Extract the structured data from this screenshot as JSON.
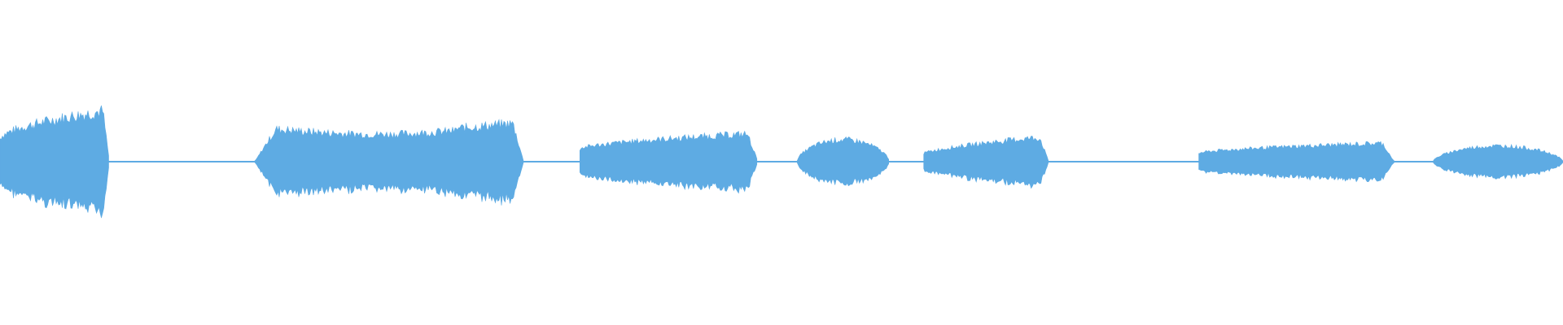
{
  "waveform": {
    "color": "#5EABE3",
    "background": "#FFFFFF",
    "segments": [
      {
        "name": "segment-1",
        "start": 0.0,
        "end": 0.07,
        "peak": 0.33,
        "shape": "swell-cut"
      },
      {
        "name": "segment-2",
        "start": 0.163,
        "end": 0.335,
        "peak": 0.25,
        "shape": "plateau-rise"
      },
      {
        "name": "segment-3",
        "start": 0.371,
        "end": 0.485,
        "peak": 0.18,
        "shape": "swell-cut"
      },
      {
        "name": "segment-4",
        "start": 0.51,
        "end": 0.569,
        "peak": 0.14,
        "shape": "dome"
      },
      {
        "name": "segment-5",
        "start": 0.591,
        "end": 0.671,
        "peak": 0.15,
        "shape": "dome-late"
      },
      {
        "name": "segment-6",
        "start": 0.767,
        "end": 0.892,
        "peak": 0.12,
        "shape": "swell-cut"
      },
      {
        "name": "segment-7",
        "start": 0.917,
        "end": 1.0,
        "peak": 0.1,
        "shape": "dome"
      }
    ]
  }
}
